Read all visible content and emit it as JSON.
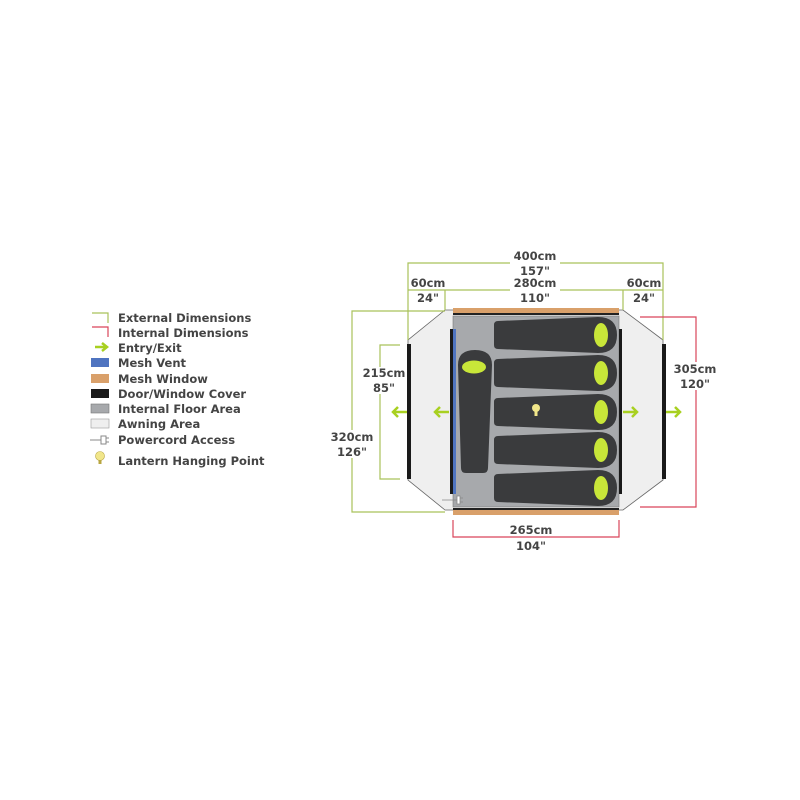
{
  "colors": {
    "external": "#a9c25a",
    "internal": "#d9455a",
    "entry": "#a8d020",
    "mesh_vent": "#4f74c0",
    "mesh_window": "#d9a06a",
    "door": "#1a1a1a",
    "floor": "#a7a9ac",
    "awning": "#efefef",
    "bag": "#3a3b3d",
    "bag_head": "#c8e639",
    "lantern": "#f1e68a"
  },
  "legend": [
    {
      "icon": "external-dimensions-icon",
      "label": "External Dimensions"
    },
    {
      "icon": "internal-dimensions-icon",
      "label": "Internal Dimensions"
    },
    {
      "icon": "entry-exit-arrow-icon",
      "label": "Entry/Exit"
    },
    {
      "icon": "mesh-vent-swatch-icon",
      "label": "Mesh Vent"
    },
    {
      "icon": "mesh-window-swatch-icon",
      "label": "Mesh Window"
    },
    {
      "icon": "door-cover-swatch-icon",
      "label": "Door/Window Cover"
    },
    {
      "icon": "floor-swatch-icon",
      "label": "Internal Floor Area"
    },
    {
      "icon": "awning-swatch-icon",
      "label": "Awning Area"
    },
    {
      "icon": "powercord-icon",
      "label": "Powercord Access"
    },
    {
      "icon": "lantern-icon",
      "label": "Lantern Hanging Point"
    }
  ],
  "dimensions": {
    "total_width": {
      "cm": "400cm",
      "in": "157\""
    },
    "left_awning": {
      "cm": "60cm",
      "in": "24\""
    },
    "inner_width": {
      "cm": "280cm",
      "in": "110\""
    },
    "right_awning": {
      "cm": "60cm",
      "in": "24\""
    },
    "total_depth": {
      "cm": "320cm",
      "in": "126\""
    },
    "door_height": {
      "cm": "215cm",
      "in": "85\""
    },
    "internal_depth": {
      "cm": "305cm",
      "in": "120\""
    },
    "internal_width": {
      "cm": "265cm",
      "in": "104\""
    }
  }
}
